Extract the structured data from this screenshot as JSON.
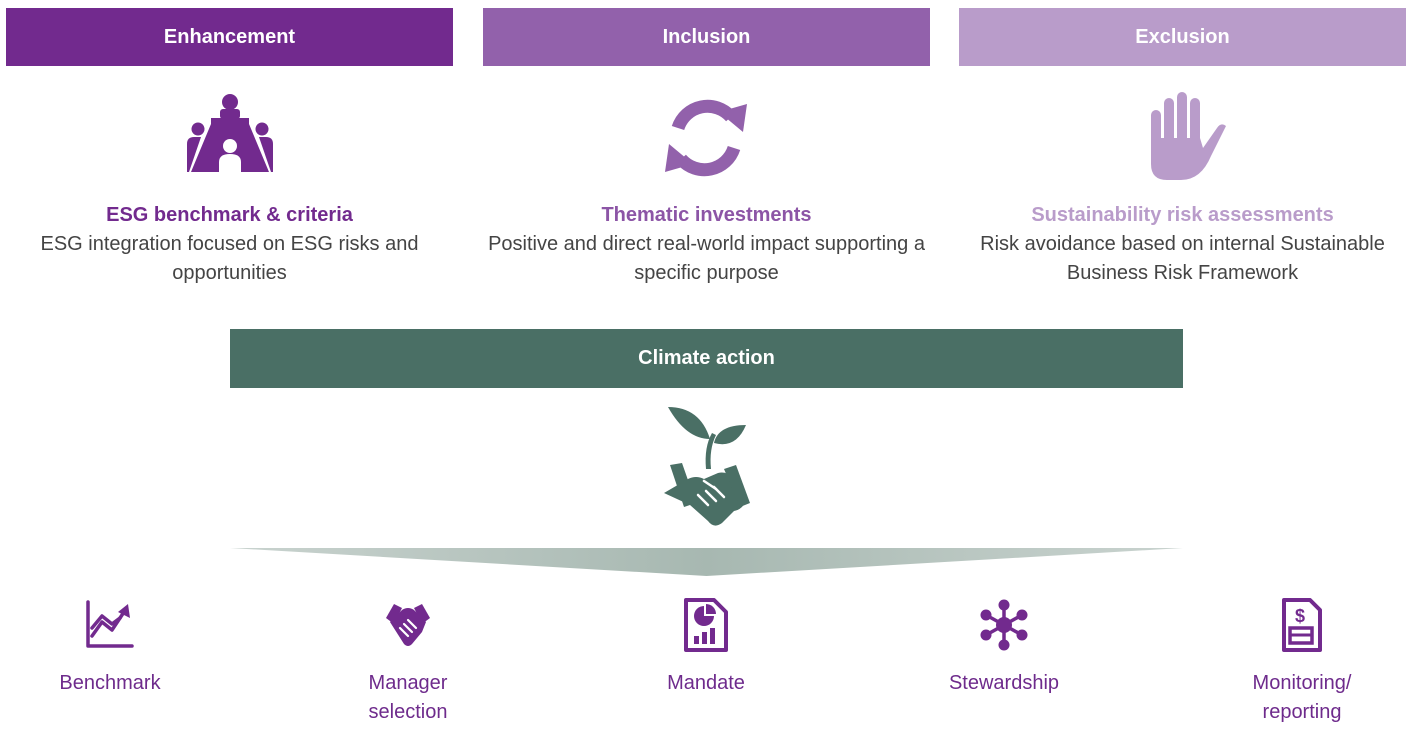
{
  "pillars": [
    {
      "header": "Enhancement",
      "title": "ESG benchmark & criteria",
      "description": "ESG integration focused on ESG risks and opportunities",
      "icon": "meeting-table-icon",
      "color": "#722a8e"
    },
    {
      "header": "Inclusion",
      "title": "Thematic investments",
      "description": "Positive and direct real-world impact supporting a specific purpose",
      "icon": "cycle-arrows-icon",
      "color": "#9261ab"
    },
    {
      "header": "Exclusion",
      "title": "Sustainability risk assessments",
      "description": "Risk avoidance based on internal Sustainable Business Risk Framework",
      "icon": "stop-hand-icon",
      "color": "#b99cca"
    }
  ],
  "climate": {
    "label": "Climate action",
    "icon": "plant-handshake-icon",
    "color": "#4a6f65"
  },
  "steps": [
    {
      "label": "Benchmark",
      "icon": "trend-chart-icon"
    },
    {
      "label": "Manager\nselection",
      "icon": "handshake-icon"
    },
    {
      "label": "Mandate",
      "icon": "report-document-icon"
    },
    {
      "label": "Stewardship",
      "icon": "network-hub-icon"
    },
    {
      "label": "Monitoring/\nreporting",
      "icon": "dollar-document-icon"
    }
  ]
}
